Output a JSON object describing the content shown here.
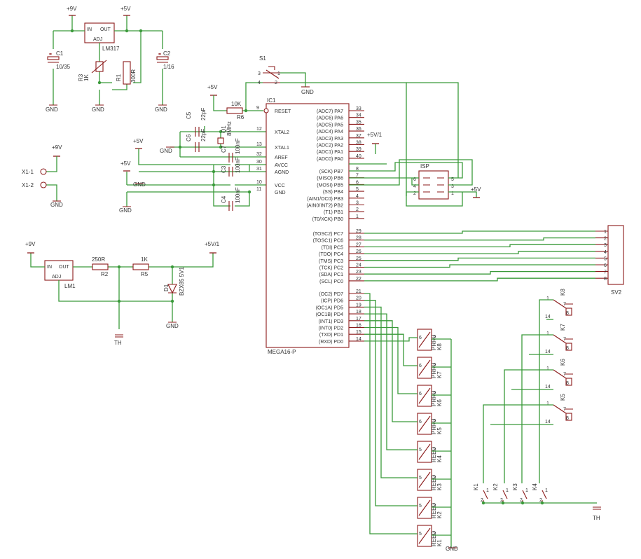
{
  "supplies": {
    "v9": "+9V",
    "v5": "+5V",
    "v5_1": "+5V/1",
    "gnd": "GND",
    "th": "TH"
  },
  "reg1": {
    "name": "LM317",
    "in_label": "IN",
    "out_label": "OUT",
    "adj_label": "ADJ"
  },
  "reg2": {
    "name": "LM1",
    "in_label": "IN",
    "out_label": "OUT",
    "adj_label": "ADJ"
  },
  "parts": {
    "c1": {
      "name": "C1",
      "value": "10/35"
    },
    "c2": {
      "name": "C2",
      "value": "1/16"
    },
    "r3": {
      "name": "R3",
      "value": "1K"
    },
    "r1": {
      "name": "R1",
      "value": "300R"
    },
    "x1": {
      "pin1": "X1-1",
      "pin2": "X1-2"
    },
    "r2": {
      "name": "R2",
      "value": "250R"
    },
    "r5": {
      "name": "R5",
      "value": "1K"
    },
    "d1": {
      "name": "D1",
      "value": "BZX85 5V1"
    },
    "r6": {
      "name": "R6",
      "value": "10K"
    },
    "c5": {
      "name": "C5",
      "value": "22pF"
    },
    "c6": {
      "name": "C6",
      "value": "22pF"
    },
    "q1": {
      "name": "Q1",
      "value": "8MHz"
    },
    "c7": {
      "name": "C7",
      "value": "100nF"
    },
    "c3": {
      "name": "C3",
      "value": "100nF"
    },
    "c4": {
      "name": "C4",
      "value": "100nF"
    },
    "s1": {
      "name": "S1",
      "pin1": "1",
      "pin2": "2",
      "pin3": "3",
      "pin4": "4"
    }
  },
  "mcu": {
    "ref": "IC1",
    "name": "MEGA16-P",
    "left_pins": [
      {
        "label": "RESET",
        "num": "9"
      },
      {
        "label": "XTAL2",
        "num": "12"
      },
      {
        "label": "XTAL1",
        "num": "13"
      },
      {
        "label": "AREF",
        "num": "32"
      },
      {
        "label": "AVCC",
        "num": "30"
      },
      {
        "label": "AGND",
        "num": "31"
      },
      {
        "label": "VCC",
        "num": "10"
      },
      {
        "label": "GND",
        "num": "11"
      }
    ],
    "right_pins": [
      {
        "label": "(ADC7) PA7",
        "num": "33"
      },
      {
        "label": "(ADC6) PA6",
        "num": "34"
      },
      {
        "label": "(ADC5) PA5",
        "num": "35"
      },
      {
        "label": "(ADC4) PA4",
        "num": "36"
      },
      {
        "label": "(ADC3) PA3",
        "num": "37"
      },
      {
        "label": "(ADC2) PA2",
        "num": "38"
      },
      {
        "label": "(ADC1) PA1",
        "num": "39"
      },
      {
        "label": "(ADC0) PA0",
        "num": "40"
      },
      {
        "label": "(SCK) PB7",
        "num": "8"
      },
      {
        "label": "(MISO) PB6",
        "num": "7"
      },
      {
        "label": "(MOSI) PB5",
        "num": "6"
      },
      {
        "label": "(SS) PB4",
        "num": "5"
      },
      {
        "label": "(AIN1/OC0) PB3",
        "num": "4"
      },
      {
        "label": "(AIN0/INT2) PB2",
        "num": "3"
      },
      {
        "label": "(T1) PB1",
        "num": "2"
      },
      {
        "label": "(T0/XCK) PB0",
        "num": "1"
      },
      {
        "label": "(TOSC2) PC7",
        "num": "29"
      },
      {
        "label": "(TOSC1) PC6",
        "num": "28"
      },
      {
        "label": "(TDI) PC5",
        "num": "27"
      },
      {
        "label": "(TDO) PC4",
        "num": "26"
      },
      {
        "label": "(TMS) PC3",
        "num": "25"
      },
      {
        "label": "(TCK) PC2",
        "num": "24"
      },
      {
        "label": "(SDA) PC1",
        "num": "23"
      },
      {
        "label": "(SCL) PC0",
        "num": "22"
      },
      {
        "label": "(OC2) PD7",
        "num": "21"
      },
      {
        "label": "(ICP) PD6",
        "num": "20"
      },
      {
        "label": "(OC1A) PD5",
        "num": "19"
      },
      {
        "label": "(OC1B) PD4",
        "num": "18"
      },
      {
        "label": "(INT1) PD3",
        "num": "17"
      },
      {
        "label": "(INT0) PD2",
        "num": "16"
      },
      {
        "label": "(TXD) PD1",
        "num": "15"
      },
      {
        "label": "(RXD) PD0",
        "num": "14"
      }
    ]
  },
  "isp": {
    "name": "ISP",
    "p1": "1",
    "p2": "2",
    "p3": "3",
    "p4": "4",
    "p5": "5",
    "p6": "6"
  },
  "sv2": {
    "name": "SV2",
    "pins": [
      "1",
      "2",
      "3",
      "4",
      "5",
      "6",
      "7",
      "8"
    ]
  },
  "relays_left": [
    {
      "name": "K8",
      "type": "PRRU",
      "pin": "6"
    },
    {
      "name": "K7",
      "type": "PRRU",
      "pin": "6"
    },
    {
      "name": "K6",
      "type": "PRRU",
      "pin": "6"
    },
    {
      "name": "K5",
      "type": "PRRU",
      "pin": "6"
    },
    {
      "name": "K4",
      "type": "REED",
      "pin": "5"
    },
    {
      "name": "K3",
      "type": "REED",
      "pin": "5"
    },
    {
      "name": "K2",
      "type": "REED",
      "pin": "5"
    },
    {
      "name": "K1",
      "type": "REED",
      "pin": "5"
    }
  ],
  "relays_right": [
    {
      "name": "K8",
      "pins": [
        "1",
        "7",
        "14",
        "8"
      ]
    },
    {
      "name": "K7",
      "pins": [
        "1",
        "7",
        "14",
        "8"
      ]
    },
    {
      "name": "K6",
      "pins": [
        "1",
        "7",
        "14",
        "8"
      ]
    },
    {
      "name": "K5",
      "pins": [
        "1",
        "7",
        "14",
        "8"
      ]
    }
  ],
  "keys": [
    {
      "name": "K1",
      "pins": [
        "1",
        "2"
      ]
    },
    {
      "name": "K2",
      "pins": [
        "1",
        "2"
      ]
    },
    {
      "name": "K3",
      "pins": [
        "1",
        "2"
      ]
    },
    {
      "name": "K4",
      "pins": [
        "1",
        "2"
      ]
    }
  ],
  "relay_pin2": "2"
}
